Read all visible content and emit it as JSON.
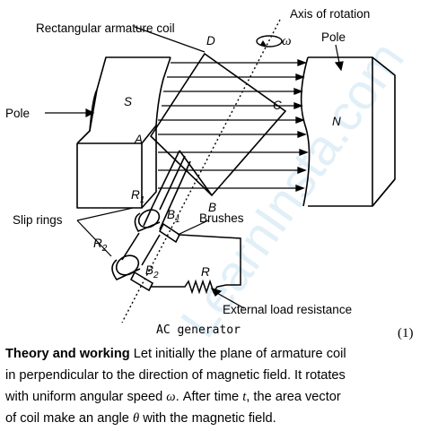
{
  "diagram": {
    "labels": {
      "axis_of_rotation": "Axis of rotation",
      "rectangular_coil": "Rectangular armature coil",
      "pole_left": "Pole",
      "pole_right": "Pole",
      "pole_s": "S",
      "pole_n": "N",
      "point_a": "A",
      "point_b": "B",
      "point_c": "C",
      "point_d": "D",
      "omega": "ω",
      "r1": "R",
      "r1_sub": "1",
      "r2": "R",
      "r2_sub": "2",
      "b1": "B",
      "b1_sub": "1",
      "b2": "B",
      "b2_sub": "2",
      "slip_rings": "Slip rings",
      "brushes": "Brushes",
      "resistor": "R",
      "external_load": "External load resistance",
      "title": "AC generator",
      "watermark": "LearnInsta.com"
    },
    "caption_number": "(1)",
    "colors": {
      "ink": "#000000",
      "watermark": "#c9e2f3"
    }
  },
  "text": {
    "heading": "Theory and working",
    "line1_rest": "Let initially the plane of armature coil",
    "line2": "in perpendicular to the direction of magnetic field. It rotates",
    "line3_pre": "with uniform angular speed",
    "line3_sym": "ω",
    "line3_mid": ". After time",
    "line3_t": "t",
    "line3_post": ", the area vector",
    "line4_pre": "of coil make an angle",
    "line4_sym": "θ",
    "line4_post": "with the magnetic field."
  }
}
